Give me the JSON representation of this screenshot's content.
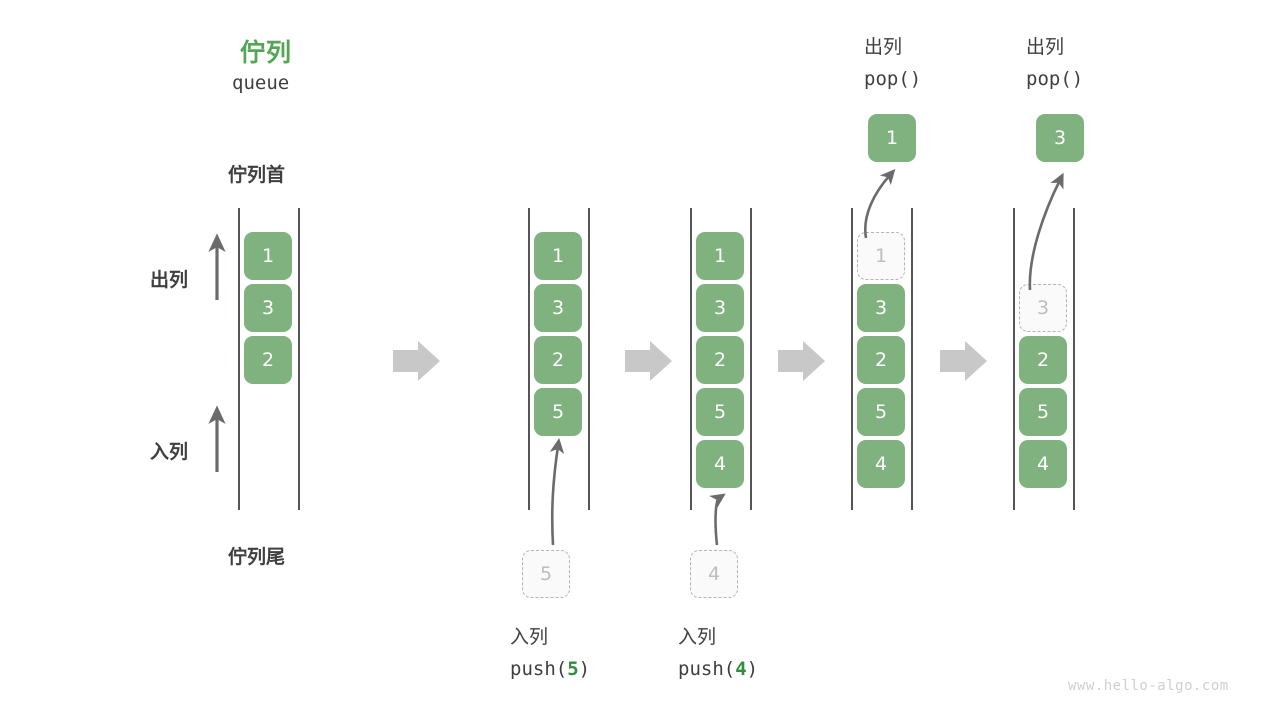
{
  "diagram": {
    "title_cn": "佇列",
    "title_en": "queue",
    "head_label": "佇列首",
    "tail_label": "佇列尾",
    "dequeue_label": "出列",
    "enqueue_label": "入列",
    "watermark": "www.hello-algo.com",
    "colors": {
      "accent_green": "#53a653",
      "cell_green": "#80b280",
      "rail_gray": "#555555",
      "ghost_border": "#b4b4b4",
      "ghost_text": "#bdbdbd",
      "arrow_gray": "#c8c8c8",
      "text_dark": "#3f3f3f",
      "watermark_gray": "#cfcfcf"
    }
  },
  "steps": [
    {
      "id": "initial",
      "caption_cn": "",
      "caption_code": "",
      "cells": [
        "1",
        "3",
        "2"
      ],
      "ghost_in_rail": null,
      "popped_value": null,
      "incoming_value": null
    },
    {
      "id": "push-5",
      "caption_cn": "入列",
      "caption_code_prefix": "push(",
      "caption_code_value": "5",
      "caption_code_suffix": ")",
      "cells": [
        "1",
        "3",
        "2",
        "5"
      ],
      "ghost_in_rail": null,
      "popped_value": null,
      "incoming_value": "5"
    },
    {
      "id": "push-4",
      "caption_cn": "入列",
      "caption_code_prefix": "push(",
      "caption_code_value": "4",
      "caption_code_suffix": ")",
      "cells": [
        "1",
        "3",
        "2",
        "5",
        "4"
      ],
      "ghost_in_rail": null,
      "popped_value": null,
      "incoming_value": "4"
    },
    {
      "id": "pop-1",
      "caption_cn": "出列",
      "caption_code_prefix": "pop(",
      "caption_code_value": "",
      "caption_code_suffix": ")",
      "cells": [
        "3",
        "2",
        "5",
        "4"
      ],
      "ghost_in_rail": "1",
      "popped_value": "1",
      "incoming_value": null
    },
    {
      "id": "pop-3",
      "caption_cn": "出列",
      "caption_code_prefix": "pop(",
      "caption_code_value": "",
      "caption_code_suffix": ")",
      "cells": [
        "2",
        "5",
        "4"
      ],
      "ghost_in_rail": "3",
      "popped_value": "3",
      "incoming_value": null
    }
  ],
  "labels": {
    "pop_cn_4": "出列",
    "pop_code_4": "pop()",
    "pop_cn_5": "出列",
    "pop_code_5": "pop()",
    "push_cn_2": "入列",
    "push_cn_3": "入列"
  }
}
